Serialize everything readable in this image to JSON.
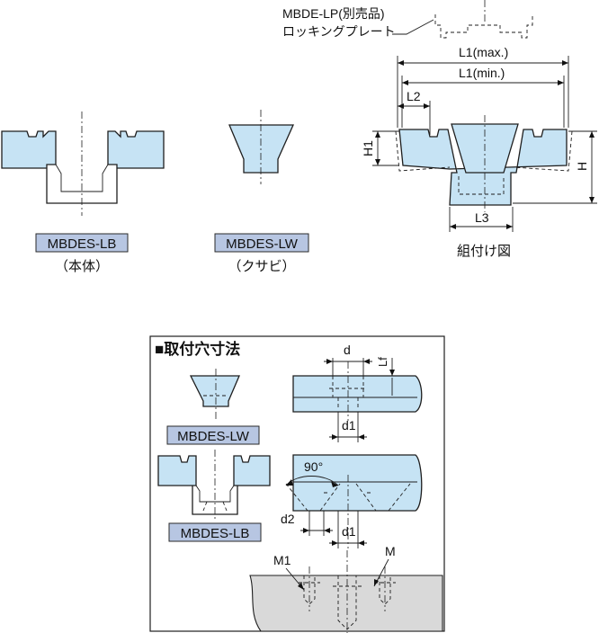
{
  "top_left": {
    "body_label": "MBDES-LB",
    "body_caption": "（本体）",
    "wedge_label": "MBDES-LW",
    "wedge_caption": "（クサビ）"
  },
  "assembly": {
    "plate_label_line1": "MBDE-LP(別売品)",
    "plate_label_line2": "ロッキングプレート",
    "l1_max": "L1(max.)",
    "l1_min": "L1(min.)",
    "l2": "L2",
    "l3": "L3",
    "h1": "H1",
    "h": "H",
    "caption": "組付け図"
  },
  "mounting": {
    "title": "■取付穴寸法",
    "wedge_label": "MBDES-LW",
    "body_label": "MBDES-LB",
    "d": "d",
    "lf": "Lf",
    "d1_top": "d1",
    "angle": "90°",
    "d2": "d2",
    "d1_bottom": "d1",
    "m1": "M1",
    "m": "M"
  },
  "colors": {
    "part_fill": "#c6e3f4",
    "label_fill": "#b7c6e2",
    "base_fill": "#d9d9d9"
  }
}
